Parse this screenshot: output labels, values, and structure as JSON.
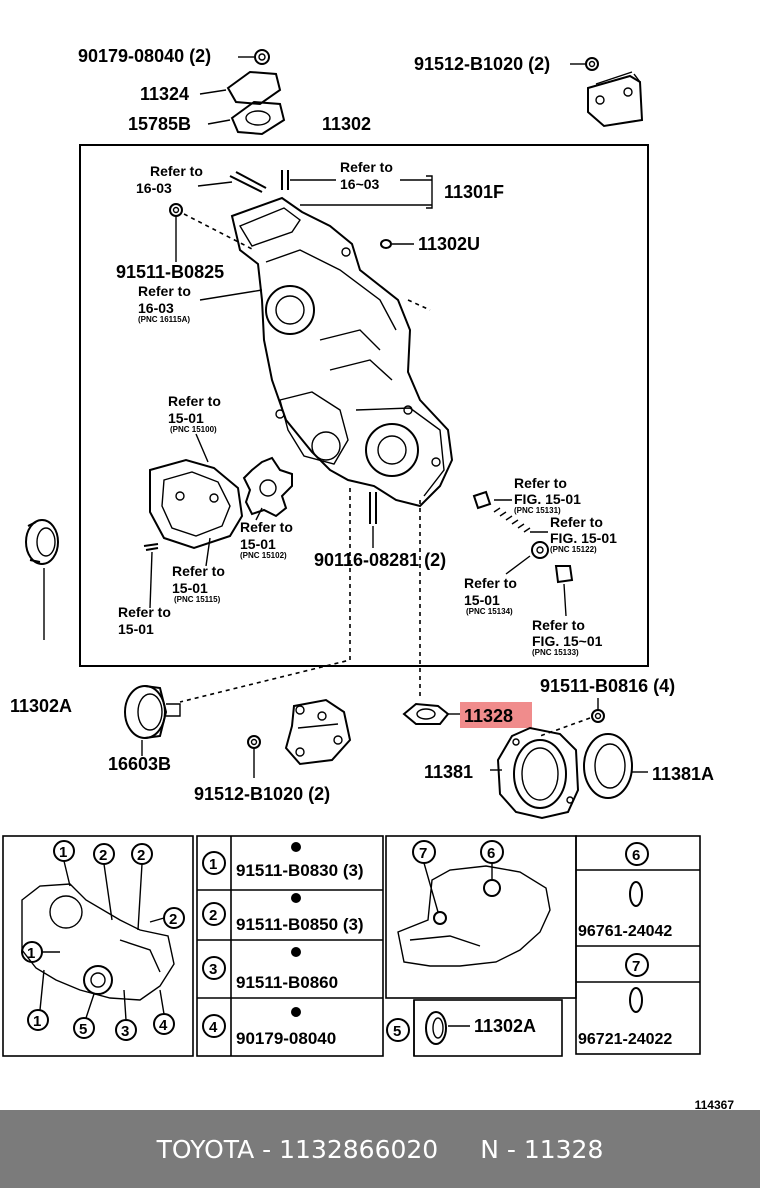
{
  "diagram": {
    "labels": {
      "p90179_08040": "90179-08040 (2)",
      "p91512_b1020_top": "91512-B1020 (2)",
      "p11324": "11324",
      "p15785b": "15785B",
      "p11302": "11302",
      "p11301f": "11301F",
      "p11302u": "11302U",
      "p91511_b0825": "91511-B0825",
      "p90116_08281": "90116-08281 (2)",
      "p11302a": "11302A",
      "p16603b": "16603B",
      "p11328": "11328",
      "p91511_b0816": "91511-B0816 (4)",
      "p11381": "11381",
      "p11381a": "11381A",
      "p91512_b1020_bot": "91512-B1020 (2)"
    },
    "refs": {
      "refer_to": "Refer to",
      "r16_03_a": "16-03",
      "r16_03_b": "16~03",
      "r16_03_c": "16-03",
      "pnc_16_03": "(PNC 16115A)",
      "r15_01_a": "15-01",
      "pnc_15_01_a": "(PNC 15100)",
      "r15_01_b": "15-01",
      "pnc_15_01_b": "(PNC 15102)",
      "r15_01_c": "15-01",
      "pnc_15_01_c": "(PNC 15115)",
      "r15_01_d": "15-01",
      "fig15_01_a": "FIG. 15-01",
      "pnc_fig_a": "(PNC 15131)",
      "fig15_01_b": "FIG. 15-01",
      "pnc_fig_b": "(PNC 15122)",
      "r15_01_e": "15-01",
      "pnc_15_01_e": "(PNC 15134)",
      "fig15_01_c": "FIG. 15~01",
      "pnc_fig_c": "(PNC 15133)"
    }
  },
  "legend": {
    "items": [
      {
        "num": "1",
        "part": "91511-B0830 (3)"
      },
      {
        "num": "2",
        "part": "91511-B0850 (3)"
      },
      {
        "num": "3",
        "part": "91511-B0860"
      },
      {
        "num": "4",
        "part": "90179-08040"
      },
      {
        "num": "5",
        "part": "11302A"
      },
      {
        "num": "6",
        "part": "96761-24042"
      },
      {
        "num": "7",
        "part": "96721-24022"
      }
    ]
  },
  "diagram_id": "114367",
  "footer": {
    "brand": "TOYOTA",
    "part_number": "1132866020",
    "ref_code": "N - 11328",
    "separator": " - "
  },
  "highlight_color": "#f08c8c"
}
